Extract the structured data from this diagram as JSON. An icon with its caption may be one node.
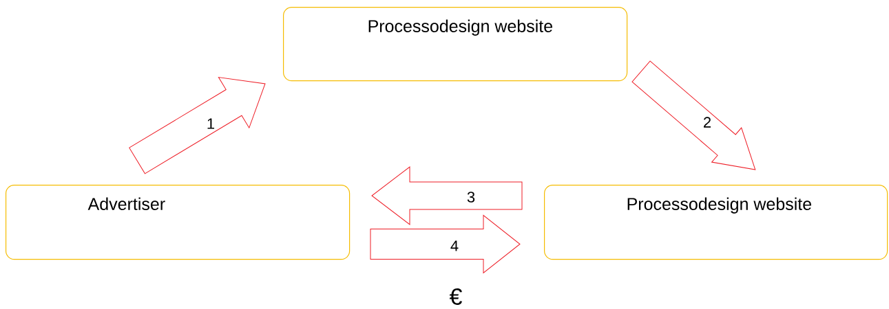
{
  "diagram": {
    "nodes": [
      {
        "text": [
          "Processodesign website"
        ]
      },
      {
        "text": [
          "Advertiser"
        ]
      },
      {
        "text": [
          "Processodesign website"
        ]
      }
    ],
    "edges": [
      {
        "from": 1,
        "to": 0,
        "arrow": "to",
        "label": "1"
      },
      {
        "from": 0,
        "to": 2,
        "arrow": "to",
        "label": "2"
      },
      {
        "from": 2,
        "to": 1,
        "arrow": "to",
        "label": "3"
      },
      {
        "from": 1,
        "to": 2,
        "arrow": "to",
        "label": "4"
      }
    ],
    "labels": [
      "€"
    ]
  }
}
